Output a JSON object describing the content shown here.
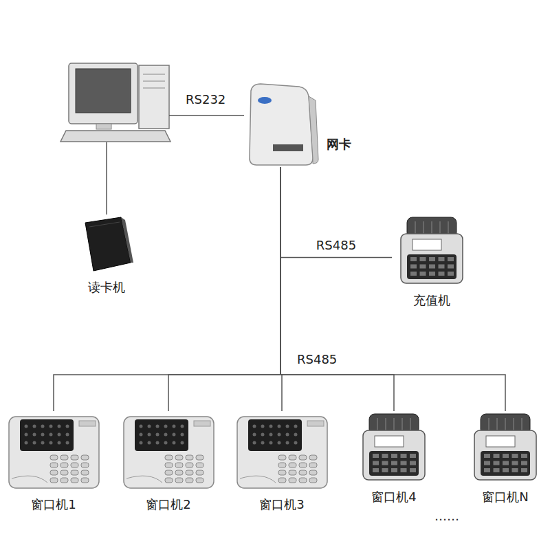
{
  "diagram": {
    "nodes": [
      {
        "text": [
          "网卡"
        ]
      },
      {
        "text": [
          "读卡机"
        ]
      },
      {
        "text": [
          "充值机"
        ]
      },
      {
        "text": [
          "窗口机1"
        ]
      },
      {
        "text": [
          "窗口机2"
        ]
      },
      {
        "text": [
          "窗口机3"
        ]
      },
      {
        "text": [
          "窗口机4"
        ]
      },
      {
        "text": [
          "窗口机N"
        ]
      }
    ],
    "edges": [
      {
        "from": 0,
        "to": 2,
        "arrow": "none",
        "label": "RS485"
      },
      {
        "from": 0,
        "to": 3,
        "arrow": "none"
      },
      {
        "from": 0,
        "to": 4,
        "arrow": "none"
      },
      {
        "from": 0,
        "to": 5,
        "arrow": "none"
      },
      {
        "from": 0,
        "to": 6,
        "arrow": "none"
      },
      {
        "from": 0,
        "to": 7,
        "arrow": "none"
      }
    ],
    "labels": [
      "RS232",
      "RS485",
      "……"
    ]
  }
}
